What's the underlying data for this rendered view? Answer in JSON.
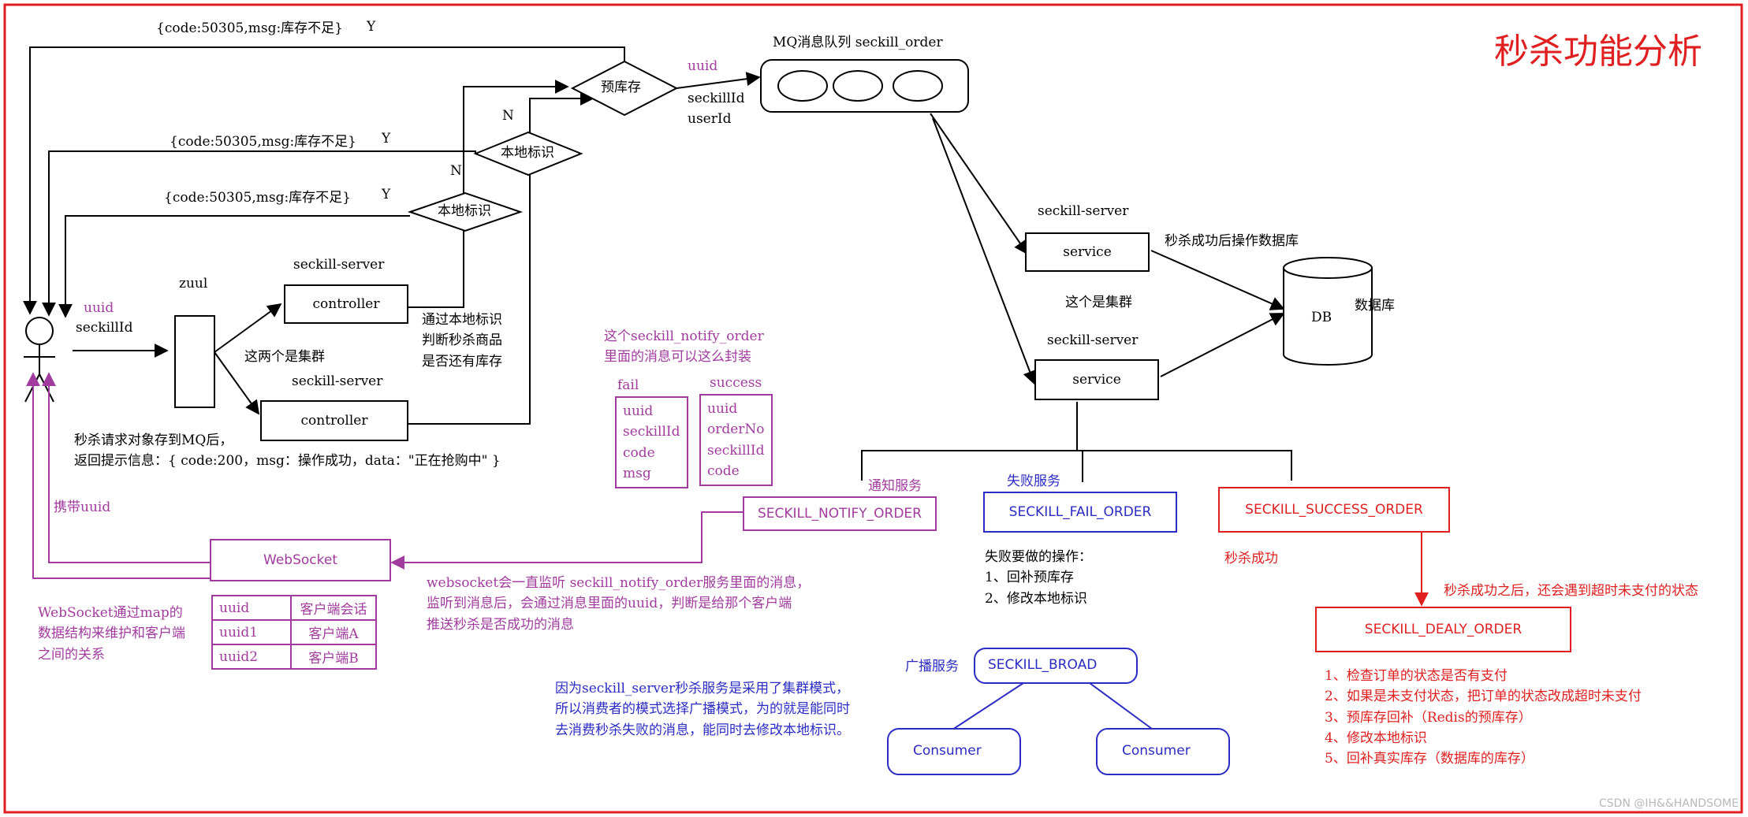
{
  "title": "秒杀功能分析",
  "watermark": "CSDN @IH&&HANDSOME",
  "colors": {
    "frame": "#e02020",
    "purple": "#a13b9e",
    "blue": "#2b2cc4",
    "red": "#e02020"
  },
  "returns": {
    "r1": "{code:50305,msg:库存不足}",
    "r2": "{code:50305,msg:库存不足}",
    "r3": "{code:50305,msg:库存不足}"
  },
  "decisions": {
    "prestock": "预库存",
    "local_flag_top": "本地标识",
    "local_flag_bottom": "本地标识"
  },
  "branch_labels": {
    "y1": "Y",
    "y2": "Y",
    "y3": "Y",
    "n1": "N",
    "n2": "N"
  },
  "mq": {
    "label": "MQ消息队列   seckill_order",
    "uuid": "uuid",
    "fields": "seckillId\nuserId"
  },
  "client": {
    "uuid": "uuid",
    "seckillid": "seckillId",
    "carry_uuid": "携带uuid"
  },
  "zuul": {
    "label": "zuul"
  },
  "cluster_note": "这个是集群",
  "cluster_note_2": "这两个是集群",
  "seckill_server_label": "seckill-server",
  "controller_label": "controller",
  "local_check_note": "通过本地标识\n判断秒杀商品\n是否还有库存",
  "mq_return_note": "秒杀请求对象存到MQ后，\n返回提示信息：{ code:200，msg：操作成功，data：\"正在抢购中\" }",
  "service_label": "service",
  "db": {
    "label": "DB",
    "caption": "数据库",
    "op_note": "秒杀成功后操作数据库"
  },
  "notify_pkg": {
    "note": "这个seckill_notify_order\n里面的消息可以这么封装",
    "fail_title": "fail",
    "fail_fields": [
      "uuid",
      "seckillId",
      "code",
      "msg"
    ],
    "success_title": "success",
    "success_fields": [
      "uuid",
      "orderNo",
      "seckillId",
      "code"
    ]
  },
  "queues": {
    "notify": "SECKILL_NOTIFY_ORDER",
    "notify_caption": "通知服务",
    "fail": "SECKILL_FAIL_ORDER",
    "fail_caption": "失败服务",
    "success": "SECKILL_SUCCESS_ORDER",
    "success_caption": "秒杀成功",
    "dealy": "SECKILL_DEALY_ORDER",
    "dealy_caption": "秒杀成功之后，还会遇到超时未支付的状态",
    "broad": "SECKILL_BROAD",
    "broad_caption": "广播服务"
  },
  "fail_ops": "失败要做的操作：\n1、回补预库存\n2、修改本地标识",
  "dealy_ops": "1、检查订单的状态是否有支付\n2、如果是未支付状态，把订单的状态改成超时未支付\n3、预库存回补（Redis的预库存）\n4、修改本地标识\n5、回补真实库存（数据库的库存）",
  "websocket": {
    "label": "WebSocket",
    "listen_note": "websocket会一直监听 seckill_notify_order服务里面的消息，\n监听到消息后，会通过消息里面的uuid，判断是给那个客户端\n推送秒杀是否成功的消息",
    "map_note": "WebSocket通过map的\n数据结构来维护和客户端\n之间的关系",
    "table": [
      [
        "uuid",
        "客户端会话"
      ],
      [
        "uuid1",
        "客户端A"
      ],
      [
        "uuid2",
        "客户端B"
      ]
    ]
  },
  "broadcast_note": "因为seckill_server秒杀服务是采用了集群模式，\n所以消费者的模式选择广播模式，为的就是能同时\n去消费秒杀失败的消息，能同时去修改本地标识。",
  "consumer_label": "Consumer"
}
